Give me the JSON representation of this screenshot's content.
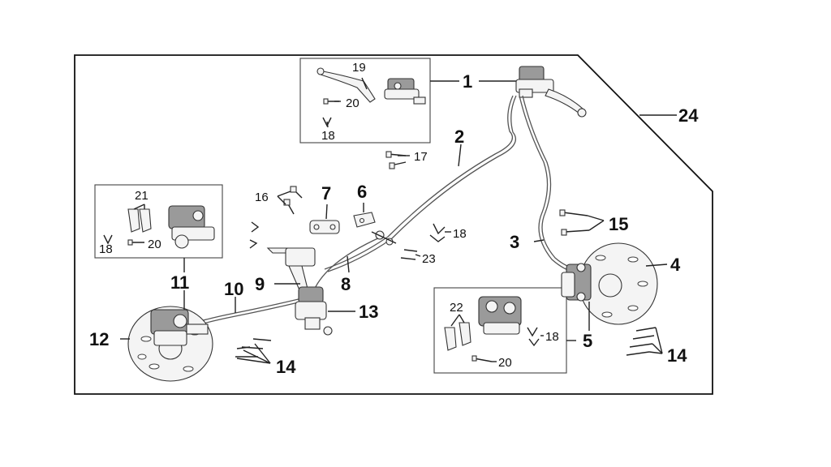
{
  "callouts": [
    {
      "id": "c1",
      "label": "1"
    },
    {
      "id": "c2",
      "label": "2"
    },
    {
      "id": "c3",
      "label": "3"
    },
    {
      "id": "c4",
      "label": "4"
    },
    {
      "id": "c5",
      "label": "5"
    },
    {
      "id": "c6",
      "label": "6"
    },
    {
      "id": "c7",
      "label": "7"
    },
    {
      "id": "c8",
      "label": "8"
    },
    {
      "id": "c9",
      "label": "9"
    },
    {
      "id": "c10",
      "label": "10"
    },
    {
      "id": "c11",
      "label": "11"
    },
    {
      "id": "c12",
      "label": "12"
    },
    {
      "id": "c13",
      "label": "13"
    },
    {
      "id": "c14a",
      "label": "14"
    },
    {
      "id": "c14b",
      "label": "14"
    },
    {
      "id": "c15",
      "label": "15"
    },
    {
      "id": "c16",
      "label": "16"
    },
    {
      "id": "c17",
      "label": "17"
    },
    {
      "id": "c18a",
      "label": "18"
    },
    {
      "id": "c18b",
      "label": "18"
    },
    {
      "id": "c18c",
      "label": "18"
    },
    {
      "id": "c18d",
      "label": "18"
    },
    {
      "id": "c19",
      "label": "19"
    },
    {
      "id": "c20a",
      "label": "20"
    },
    {
      "id": "c20b",
      "label": "20"
    },
    {
      "id": "c20c",
      "label": "20"
    },
    {
      "id": "c21",
      "label": "21"
    },
    {
      "id": "c22",
      "label": "22"
    },
    {
      "id": "c23",
      "label": "23"
    },
    {
      "id": "c24",
      "label": "24"
    }
  ]
}
